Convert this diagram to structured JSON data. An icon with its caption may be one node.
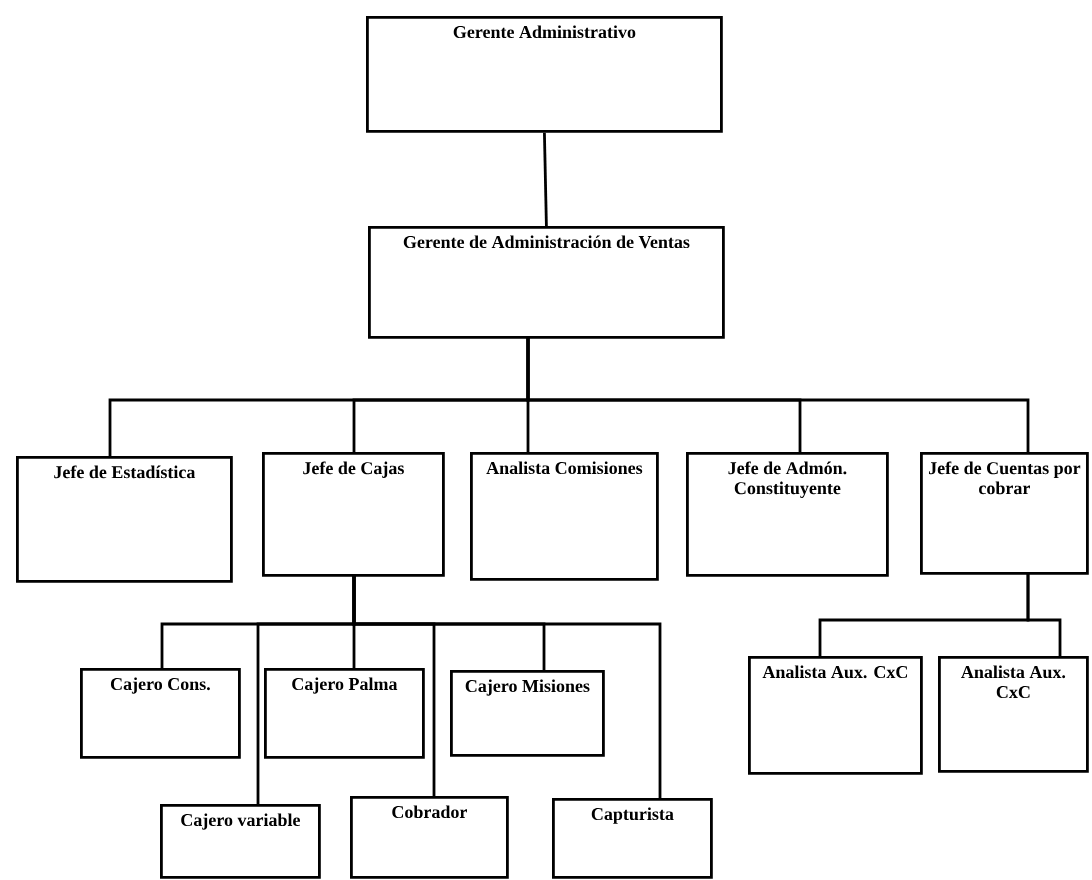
{
  "diagram": {
    "nodes": [
      {
        "text": [
          "Gerente Administrativo"
        ]
      },
      {
        "text": [
          "Gerente de Administración de Ventas"
        ]
      },
      {
        "text": [
          "Jefe de Estadística"
        ]
      },
      {
        "text": [
          "Jefe de Cajas"
        ]
      },
      {
        "text": [
          "Analista Comisiones"
        ]
      },
      {
        "text": [
          "Jefe de Admón. Constituyente"
        ]
      },
      {
        "text": [
          "Jefe de Cuentas por cobrar"
        ]
      },
      {
        "text": [
          "Cajero Cons."
        ]
      },
      {
        "text": [
          "Cajero Palma"
        ]
      },
      {
        "text": [
          "Cajero Misiones"
        ]
      },
      {
        "text": [
          "Analista Aux. CxC"
        ]
      },
      {
        "text": [
          "Analista Aux. CxC"
        ]
      },
      {
        "text": [
          "Cajero variable"
        ]
      },
      {
        "text": [
          "Cobrador"
        ]
      },
      {
        "text": [
          "Capturista"
        ]
      }
    ],
    "edges": [
      {
        "from": 0,
        "to": 1,
        "arrow": "none"
      },
      {
        "from": 1,
        "to": 2,
        "arrow": "none"
      },
      {
        "from": 1,
        "to": 3,
        "arrow": "none"
      },
      {
        "from": 1,
        "to": 4,
        "arrow": "none"
      },
      {
        "from": 1,
        "to": 5,
        "arrow": "none"
      },
      {
        "from": 1,
        "to": 6,
        "arrow": "none"
      },
      {
        "from": 3,
        "to": 7,
        "arrow": "none"
      },
      {
        "from": 3,
        "to": 12,
        "arrow": "none"
      },
      {
        "from": 3,
        "to": 8,
        "arrow": "none"
      },
      {
        "from": 3,
        "to": 13,
        "arrow": "none"
      },
      {
        "from": 3,
        "to": 9,
        "arrow": "none"
      },
      {
        "from": 3,
        "to": 14,
        "arrow": "none"
      },
      {
        "from": 6,
        "to": 10,
        "arrow": "none"
      },
      {
        "from": 6,
        "to": 11,
        "arrow": "none"
      }
    ]
  }
}
